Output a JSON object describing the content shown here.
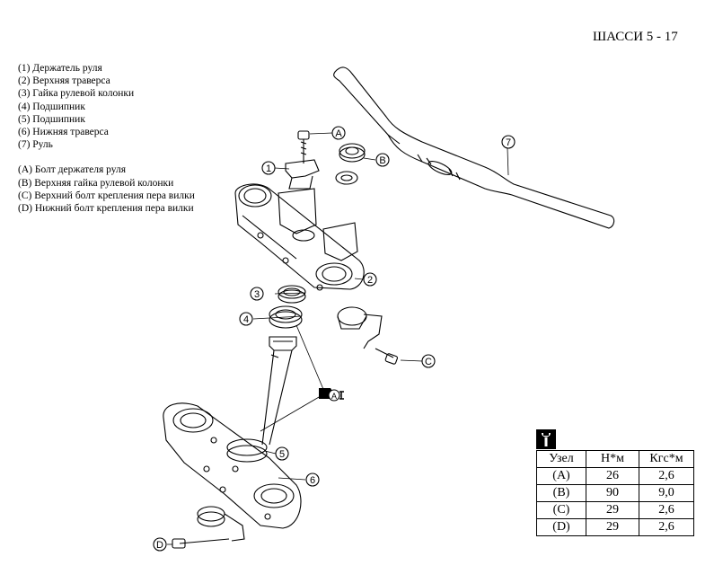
{
  "header": {
    "title": "ШАССИ 5 - 17"
  },
  "legend": {
    "parts": [
      "(1)  Держатель руля",
      "(2)  Верхняя траверса",
      "(3)  Гайка рулевой колонки",
      "(4)  Подшипник",
      "(5)  Подшипник",
      "(6)  Нижняя траверса",
      "(7)  Руль"
    ],
    "bolts": [
      "(A)  Болт держателя руля",
      "(B)  Верхняя гайка рулевой колонки",
      "(C)  Верхний болт крепления пера вилки",
      "(D)  Нижний болт крепления пера вилки"
    ]
  },
  "diagram": {
    "callouts": [
      "1",
      "2",
      "3",
      "4",
      "5",
      "6",
      "7",
      "A",
      "B",
      "C",
      "D"
    ],
    "grease_label": "A",
    "grease_icon": "grease-symbol-icon"
  },
  "torque": {
    "icon": "torque-wrench-icon",
    "headers": [
      "Узел",
      "Н*м",
      "Кгс*м"
    ],
    "rows": [
      [
        "(A)",
        "26",
        "2,6"
      ],
      [
        "(B)",
        "90",
        "9,0"
      ],
      [
        "(C)",
        "29",
        "2,6"
      ],
      [
        "(D)",
        "29",
        "2,6"
      ]
    ]
  }
}
